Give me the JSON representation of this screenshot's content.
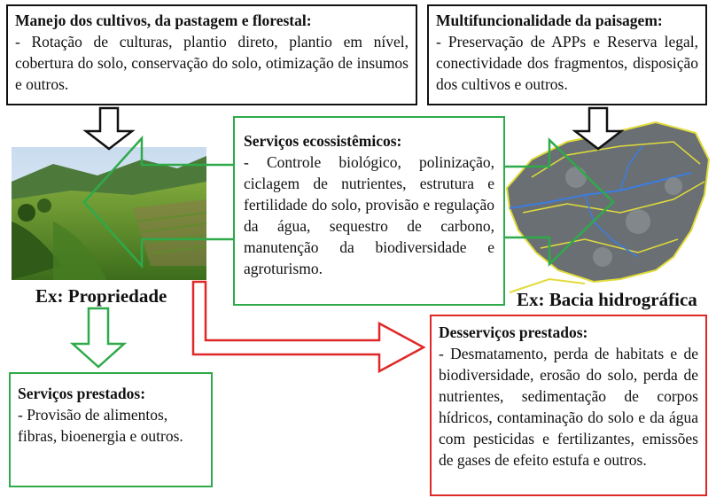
{
  "manejo": {
    "title": "Manejo dos cultivos, da pastagem e florestal:",
    "body": "- Rotação de culturas, plantio direto, plantio em nível, cobertura do solo, conservação do solo, otimização de insumos e outros."
  },
  "multifuncionalidade": {
    "title": "Multifuncionalidade da paisagem:",
    "body": "- Preservação de APPs e Reserva legal, conectividade dos fragmentos, disposição dos cultivos e outros."
  },
  "servicos_ecossistemicos": {
    "title": "Serviços ecossistêmicos:",
    "body": "- Controle biológico, polinização, ciclagem de nutrientes, estrutura e fertilidade do solo, provisão e regulação da água, sequestro de carbono, manutenção da biodiversidade e agroturismo."
  },
  "servicos_prestados": {
    "title": "Serviços prestados:",
    "body": "- Provisão de alimentos, fibras, bioenergia e outros."
  },
  "desservicos": {
    "title": "Desserviços prestados:",
    "body": "- Desmatamento, perda de habitats e de biodiversidade, erosão do solo, perda de nutrientes, sedimentação de corpos hídricos, contaminação do solo e da água com pesticidas e fertilizantes, emissões de gases de efeito estufa e outros."
  },
  "captions": {
    "propriedade": "Ex: Propriedade",
    "bacia": "Ex: Bacia hidrográfica"
  },
  "colors": {
    "green": "#2eaa4a",
    "red": "#e02828",
    "black": "#111111"
  }
}
